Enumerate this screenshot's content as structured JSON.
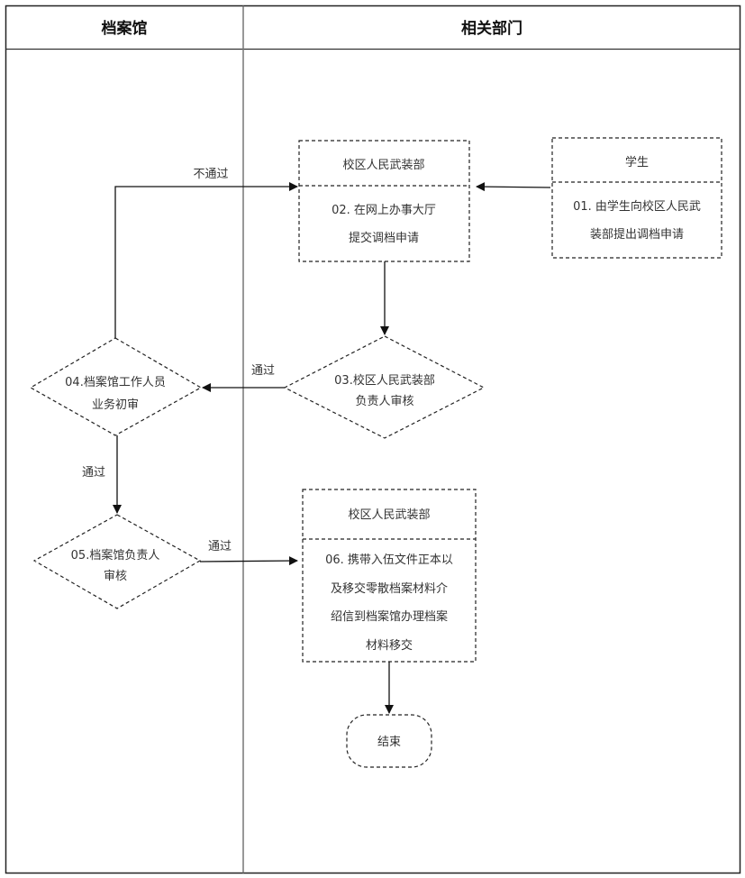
{
  "lanes": [
    {
      "title": "档案馆"
    },
    {
      "title": "相关部门"
    }
  ],
  "nodes": {
    "n01": {
      "header": "学生",
      "lines": [
        "01. 由学生向校区人民武",
        "装部提出调档申请"
      ]
    },
    "n02": {
      "header": "校区人民武装部",
      "lines": [
        "02. 在网上办事大厅",
        "提交调档申请"
      ]
    },
    "n03": {
      "lines": [
        "03.校区人民武装部",
        "负责人审核"
      ]
    },
    "n04": {
      "lines": [
        "04.档案馆工作人员",
        "业务初审"
      ]
    },
    "n05": {
      "lines": [
        "05.档案馆负责人",
        "审核"
      ]
    },
    "n06": {
      "header": "校区人民武装部",
      "lines": [
        "06. 携带入伍文件正本以",
        "及移交零散档案材料介",
        "绍信到档案馆办理档案",
        "材料移交"
      ]
    },
    "end": {
      "label": "结束"
    }
  },
  "edges": {
    "e03_04": "通过",
    "e04_02": "不通过",
    "e04_05": "通过",
    "e05_06": "通过"
  }
}
